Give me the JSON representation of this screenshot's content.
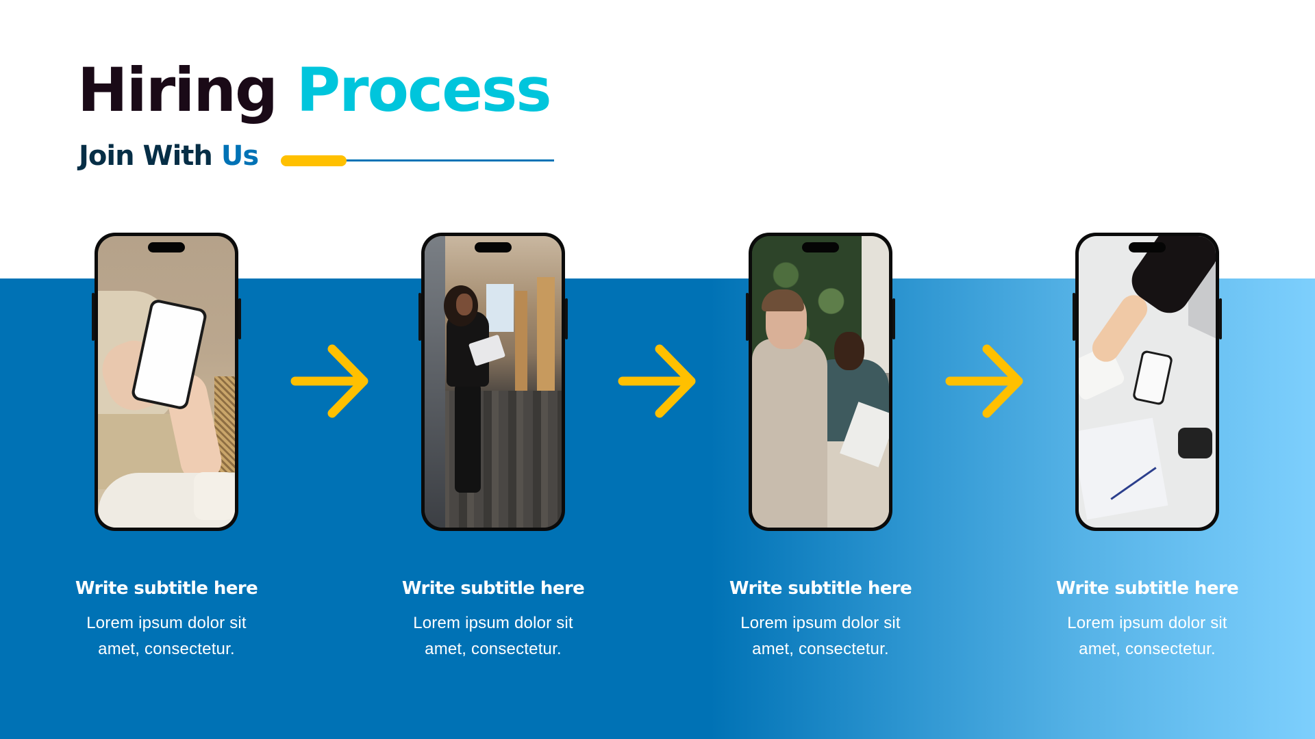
{
  "header": {
    "title_part1": "Hiring",
    "title_part2": "Process",
    "subtitle_part1": "Join With",
    "subtitle_part2": "Us"
  },
  "colors": {
    "title_dark": "#1A0A17",
    "title_accent": "#00C5DC",
    "subtitle_dark": "#062E46",
    "brand_blue": "#0072B5",
    "light_blue": "#7DCFFD",
    "arrow_yellow": "#FFC000",
    "text_white": "#FFFFFF"
  },
  "steps": [
    {
      "image": "hands-holding-phone-photo",
      "subtitle": "Write subtitle here",
      "body_line1": "Lorem ipsum dolor sit",
      "body_line2": "amet, consectetur."
    },
    {
      "image": "woman-with-laptop-in-hallway-photo",
      "subtitle": "Write subtitle here",
      "body_line1": "Lorem ipsum dolor sit",
      "body_line2": "amet, consectetur."
    },
    {
      "image": "job-interview-meeting-photo",
      "subtitle": "Write subtitle here",
      "body_line1": "Lorem ipsum dolor sit",
      "body_line2": "amet, consectetur."
    },
    {
      "image": "handshake-over-desk-photo",
      "subtitle": "Write subtitle here",
      "body_line1": "Lorem ipsum dolor sit",
      "body_line2": "amet, consectetur."
    }
  ],
  "connectors": [
    {
      "icon": "arrow-right-icon"
    },
    {
      "icon": "arrow-right-icon"
    },
    {
      "icon": "arrow-right-icon"
    }
  ]
}
